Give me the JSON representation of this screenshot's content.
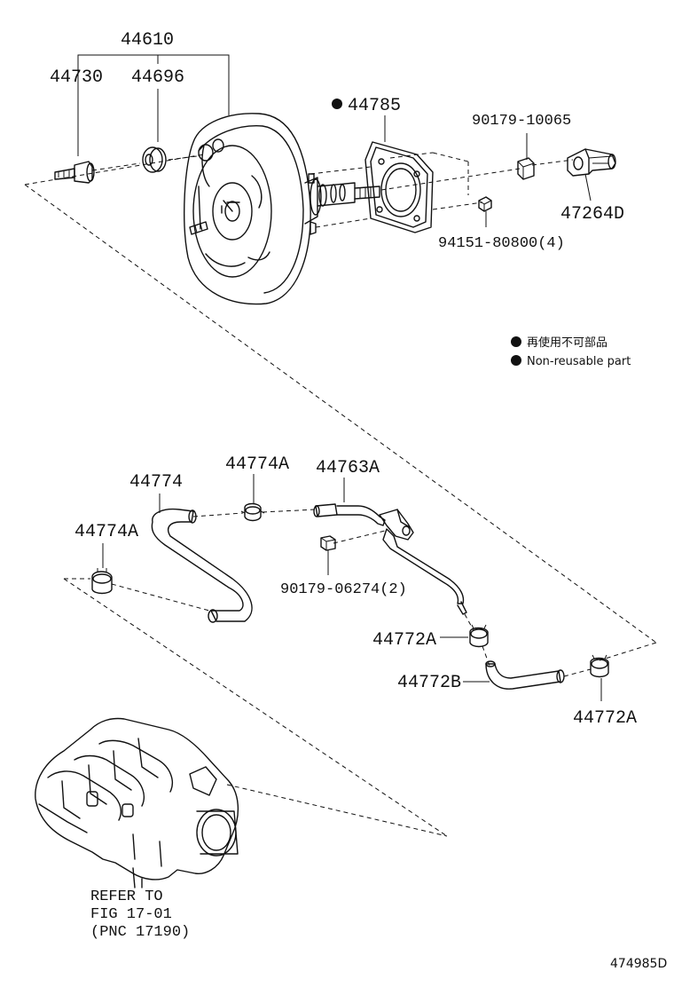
{
  "labels": {
    "p44610": "44610",
    "p44730": "44730",
    "p44696": "44696",
    "p44785": "44785",
    "p90179_10065": "90179-10065",
    "p47264D": "47264D",
    "p94151_80800": "94151-80800(4)",
    "p44774": "44774",
    "p44774A_top": "44774A",
    "p44763A": "44763A",
    "p44774A_left": "44774A",
    "p90179_06274": "90179-06274(2)",
    "p44772A_mid": "44772A",
    "p44772B": "44772B",
    "p44772A_right": "44772A"
  },
  "legend": {
    "japanese": "再使用不可部品",
    "english": "Non-reusable part"
  },
  "refer": {
    "line1": "REFER TO",
    "line2": "FIG 17-01",
    "line3": "(PNC 17190)"
  },
  "figure_id": "474985D"
}
